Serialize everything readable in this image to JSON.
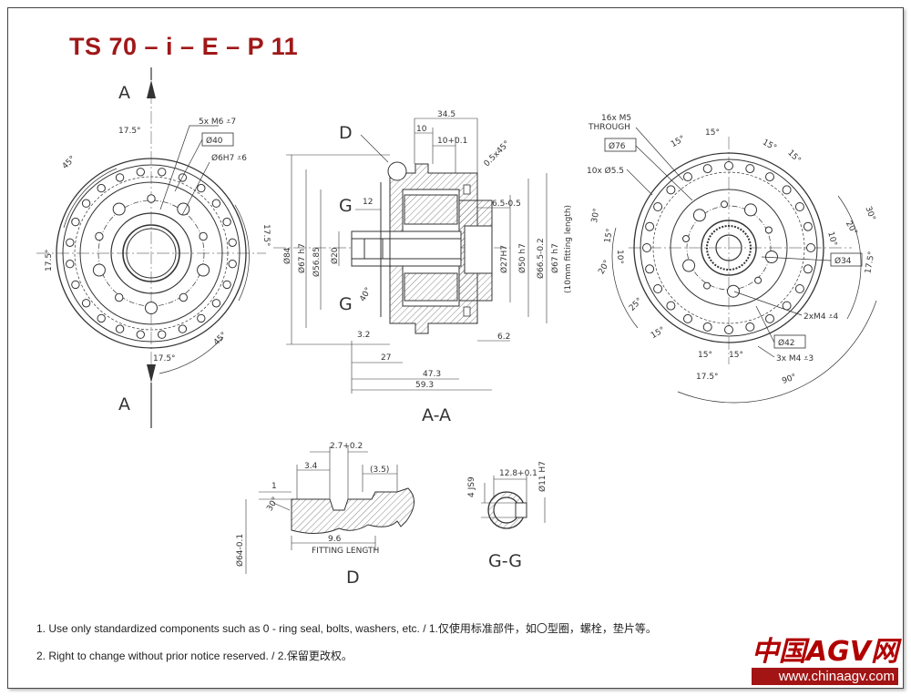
{
  "title": "TS 70 – i – E – P 11",
  "colors": {
    "title": "#a01818",
    "line": "#333333",
    "centerline": "#777777",
    "hatch": "#666666",
    "watermark": "#b00000",
    "watermark_url_bg": "#a31515"
  },
  "section_labels": {
    "a_top": "A",
    "a_bottom": "A",
    "d_callout": "D",
    "g_top": "G",
    "g_bottom": "G",
    "view_aa": "A-A",
    "view_d": "D",
    "view_gg": "G-G"
  },
  "left_view": {
    "angles": [
      "17.5°",
      "45°",
      "17.5°",
      "17.5°",
      "17.5°",
      "45°"
    ],
    "callouts": [
      "5x M6 ⩡7",
      "Ø40",
      "Ø6H7 ⩡6"
    ]
  },
  "section_aa": {
    "top_dims": [
      "34.5",
      "10",
      "10+0.1",
      "0.5x45°"
    ],
    "left_dims": [
      "12",
      "Ø84",
      "Ø67 h7",
      "Ø56.85",
      "Ø20",
      "40°",
      "3.2"
    ],
    "right_dims": [
      "6.5-0.5",
      "Ø27H7",
      "Ø50 h7",
      "Ø66.5-0.2",
      "Ø67 h7",
      "(10mm fitting length)",
      "6.2"
    ],
    "bottom_dims": [
      "27",
      "47.3",
      "59.3"
    ]
  },
  "right_view": {
    "callouts": [
      "16x M5",
      "THROUGH",
      "Ø76",
      "10x Ø5.5",
      "Ø34",
      "Ø42",
      "2xM4 ⩡4",
      "3x M4 ⩡3"
    ],
    "angles": [
      "15°",
      "15°",
      "15°",
      "15°",
      "30°",
      "15°",
      "20°",
      "10°",
      "10°",
      "20°",
      "30°",
      "17.5°",
      "25°",
      "15°",
      "15°",
      "15°",
      "17.5°",
      "90°"
    ]
  },
  "detail_d": {
    "dims": [
      "2.7+0.2",
      "3.4",
      "(3.5)",
      "1",
      "30°",
      "Ø64-0.1",
      "9.6",
      "FITTING LENGTH"
    ]
  },
  "detail_gg": {
    "dims": [
      "12.8+0.1",
      "4 JS9",
      "Ø11 H7"
    ]
  },
  "notes": [
    "1. Use only standardized components such as 0 - ring seal, bolts, washers, etc. / 1.仅使用标准部件，如〇型圈，螺栓，垫片等。",
    "2. Right to change without prior notice reserved.  /  2.保留更改权。"
  ],
  "watermark": {
    "text": "中国AGV网",
    "url": "www.chinaagv.com"
  }
}
